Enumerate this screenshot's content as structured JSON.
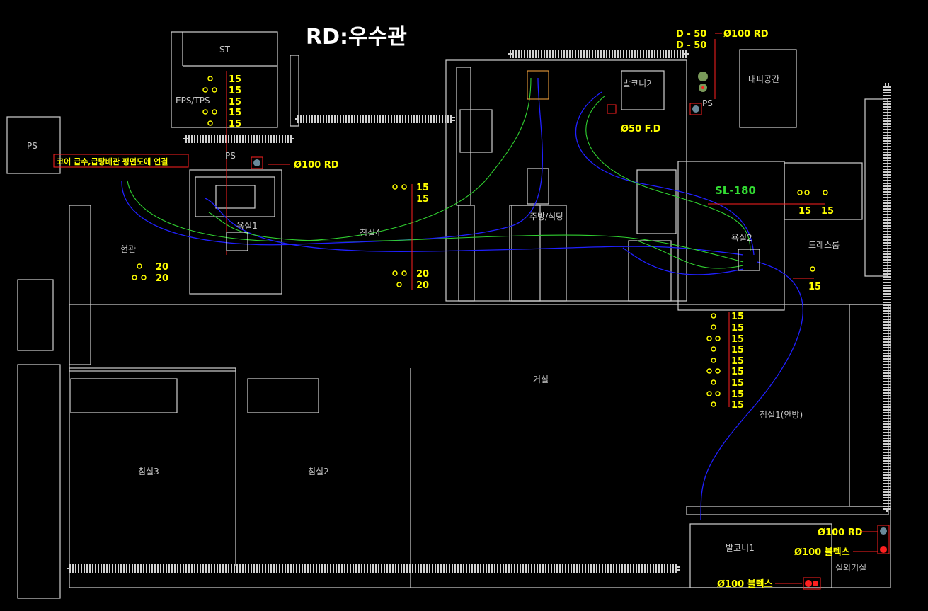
{
  "title": "RD:우수관",
  "rooms": {
    "st": "ST",
    "eps_tps": "EPS/TPS",
    "ps_left": "PS",
    "ps_center": "PS",
    "ps_right": "PS",
    "entrance": "현관",
    "bath1": "욕실1",
    "bedroom4": "침실4",
    "kitchen": "주방/식당",
    "balcony2": "발코니2",
    "evacuation": "대피공간",
    "bath2": "욕실2",
    "dressroom": "드레스룸",
    "living": "거실",
    "master": "침실1(안방)",
    "bedroom3": "침실3",
    "bedroom2": "침실2",
    "balcony1": "발코니1",
    "outdoor_unit": "실외기실"
  },
  "annotations": {
    "d50_a": "D - 50",
    "d50_b": "D - 50",
    "rd_top": "Ø100 RD",
    "fd": "Ø50 F.D",
    "core_note": "코어 급수,급탕배관 평면도에 연결",
    "rd_ps": "Ø100 RD",
    "sl": "SL-180",
    "rd_bottom": "Ø100 RD",
    "vortex_a": "Ø100 블텍스",
    "vortex_b": "Ø100 블텍스"
  },
  "pipe_sizes": {
    "eps": [
      "15",
      "15",
      "15",
      "15",
      "15"
    ],
    "entrance": [
      "20",
      "20"
    ],
    "bed4_top": [
      "15",
      "15"
    ],
    "bed4_bottom": [
      "20",
      "20"
    ],
    "bath2_side": [
      "15",
      "15"
    ],
    "dress": "15",
    "living": [
      "15",
      "15",
      "15",
      "15",
      "15",
      "15",
      "15",
      "15",
      "15"
    ]
  },
  "colors": {
    "background": "#000000",
    "wall": "#d0d0d0",
    "annotation": "#ffff00",
    "supply": "#30d030",
    "hot": "#2020ff",
    "leader": "#ff2020"
  }
}
